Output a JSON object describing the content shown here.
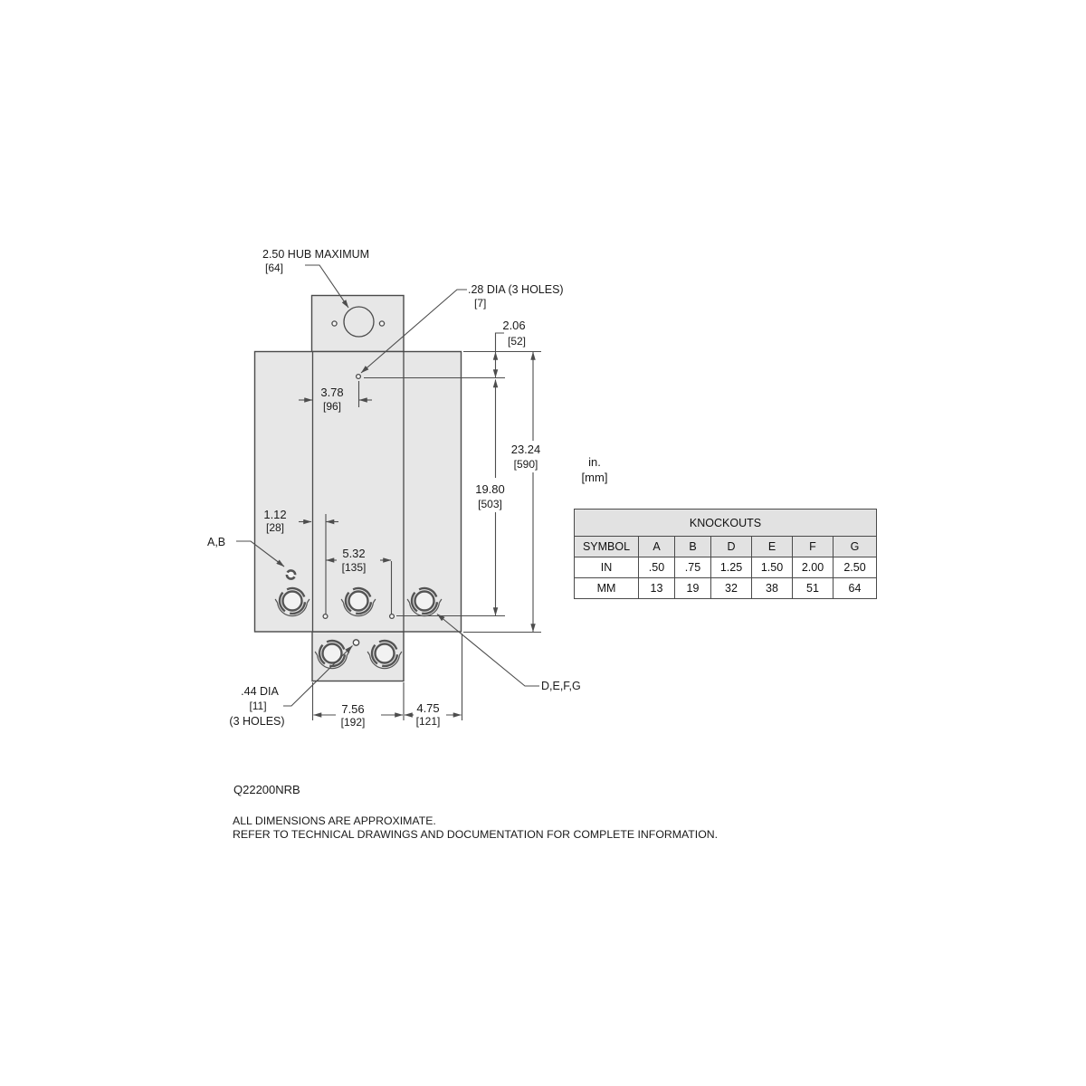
{
  "annotations": {
    "hub": {
      "text": "2.50 HUB MAXIMUM",
      "mm": "[64]"
    },
    "hole28": {
      "text": ".28 DIA (3 HOLES)",
      "mm": "[7]"
    },
    "hole44": {
      "text": ".44 DIA",
      "mm": "[11]",
      "qual": "(3 HOLES)"
    },
    "ab": "A,B",
    "defg": "D,E,F,G"
  },
  "dimensions": {
    "d206": {
      "in": "2.06",
      "mm": "[52]"
    },
    "d378": {
      "in": "3.78",
      "mm": "[96]"
    },
    "d2324": {
      "in": "23.24",
      "mm": "[590]"
    },
    "d1980": {
      "in": "19.80",
      "mm": "[503]"
    },
    "d112": {
      "in": "1.12",
      "mm": "[28]"
    },
    "d532": {
      "in": "5.32",
      "mm": "[135]"
    },
    "d756": {
      "in": "7.56",
      "mm": "[192]"
    },
    "d475": {
      "in": "4.75",
      "mm": "[121]"
    }
  },
  "units_note": {
    "in": "in.",
    "mm": "[mm]"
  },
  "knockouts_table": {
    "title": "KNOCKOUTS",
    "header": [
      "SYMBOL",
      "A",
      "B",
      "D",
      "E",
      "F",
      "G"
    ],
    "rows": [
      [
        "IN",
        ".50",
        ".75",
        "1.25",
        "1.50",
        "2.00",
        "2.50"
      ],
      [
        "MM",
        "13",
        "19",
        "32",
        "38",
        "51",
        "64"
      ]
    ]
  },
  "title_block": {
    "model": "Q22200NRB",
    "note1": "ALL DIMENSIONS ARE APPROXIMATE.",
    "note2": "REFER TO TECHNICAL DRAWINGS AND DOCUMENTATION FOR COMPLETE INFORMATION."
  },
  "colors": {
    "part_fill": "#e7e7e7",
    "line": "#4a4a4a",
    "dim_line": "#4d4d4d",
    "table_header_fill": "#e2e2e2",
    "text": "#1a1a1a"
  }
}
